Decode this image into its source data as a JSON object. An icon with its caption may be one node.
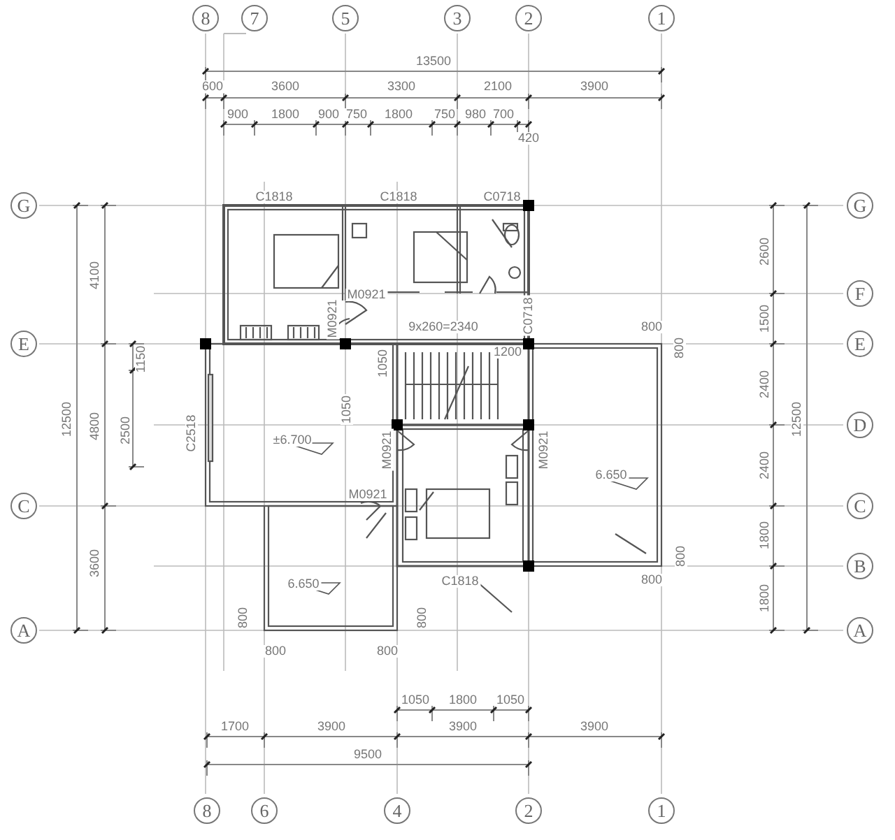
{
  "diagram": {
    "nodes": [
      {
        "text": [
          "8"
        ]
      },
      {
        "text": [
          "7"
        ]
      },
      {
        "text": [
          "5"
        ]
      },
      {
        "text": [
          "3"
        ]
      },
      {
        "text": [
          "2"
        ]
      },
      {
        "text": [
          "1"
        ]
      },
      {
        "text": [
          "G"
        ]
      },
      {
        "text": [
          "E"
        ]
      },
      {
        "text": [
          "C"
        ]
      },
      {
        "text": [
          "A"
        ]
      },
      {
        "text": [
          "G"
        ]
      },
      {
        "text": [
          "F"
        ]
      },
      {
        "text": [
          "E"
        ]
      },
      {
        "text": [
          "D"
        ]
      },
      {
        "text": [
          "C"
        ]
      },
      {
        "text": [
          "B"
        ]
      },
      {
        "text": [
          "A"
        ]
      },
      {
        "text": [
          "8"
        ]
      },
      {
        "text": [
          "6"
        ]
      },
      {
        "text": [
          "4"
        ]
      },
      {
        "text": [
          "2"
        ]
      },
      {
        "text": [
          "1"
        ]
      }
    ],
    "labels": [
      "13500",
      "600",
      "3600",
      "3300",
      "2100",
      "3900",
      "900",
      "1800",
      "900",
      "750",
      "1800",
      "750",
      "980",
      "700",
      "420",
      "4100",
      "12500",
      "4800",
      "1150",
      "2500",
      "3600",
      "2600",
      "1500",
      "12500",
      "2400",
      "2400",
      "1800",
      "1800",
      "C1818",
      "C1818",
      "C0718",
      "M0921",
      "M0921",
      "9x260=2340",
      "C0718",
      "1200",
      "800",
      "1050",
      "800",
      "1050",
      "C2518",
      "±6.700",
      "M0921",
      "M0921",
      "6.650",
      "M0921",
      "800",
      "C1818",
      "800",
      "6.650",
      "800",
      "800",
      "800",
      "800",
      "1050",
      "1800",
      "1050",
      "1700",
      "3900",
      "3900",
      "3900",
      "9500"
    ]
  }
}
